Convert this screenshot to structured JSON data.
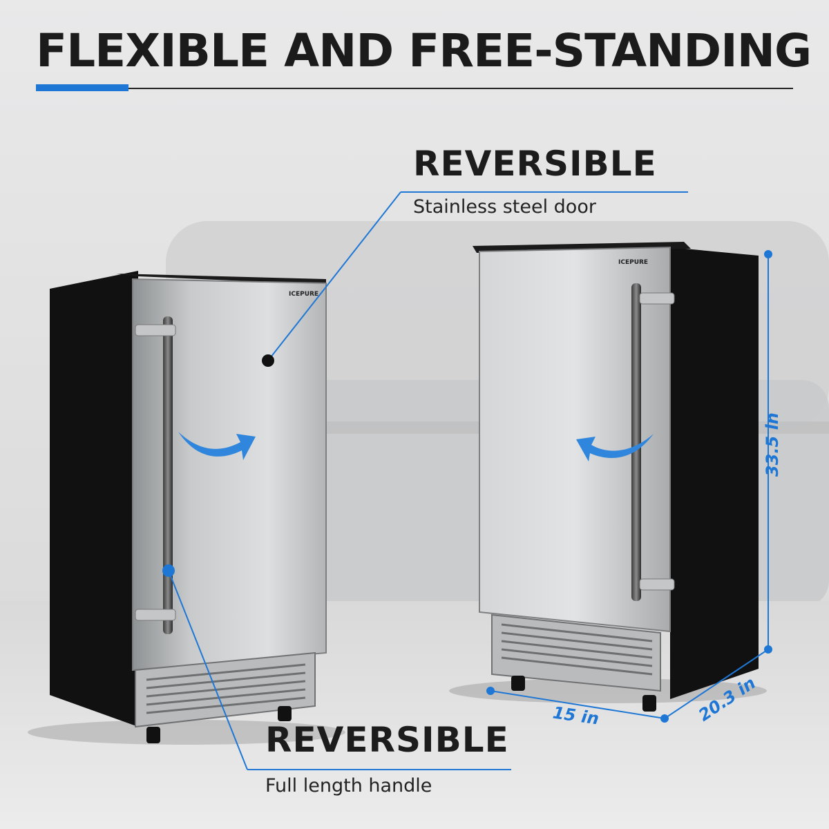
{
  "headline": "FLEXIBLE AND FREE-STANDING",
  "callouts": {
    "door": {
      "title": "REVERSIBLE",
      "subtitle": "Stainless steel door"
    },
    "handle": {
      "title": "REVERSIBLE",
      "subtitle": "Full length handle"
    }
  },
  "product": {
    "brand": "ICEPURE"
  },
  "dimensions": {
    "height": "33.5 in",
    "width": "15 in",
    "depth": "20.3 in"
  },
  "colors": {
    "accent": "#1e77d4",
    "text": "#1b1b1b",
    "steel": "#c9cbcd",
    "cabinet": "#111111"
  }
}
